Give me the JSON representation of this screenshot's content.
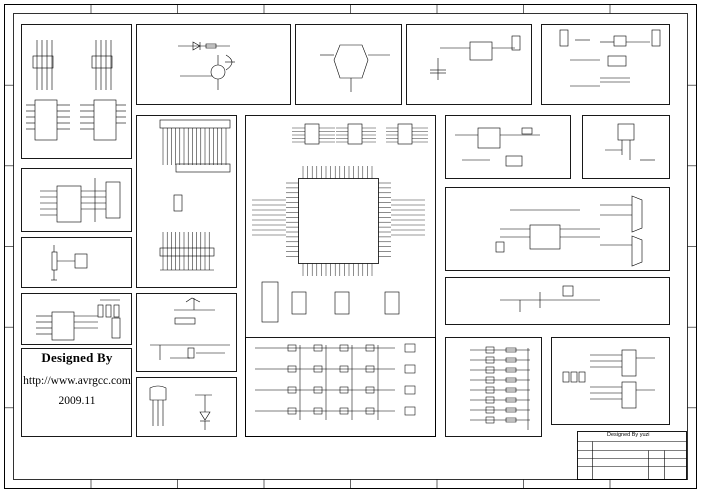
{
  "credit": {
    "heading": "Designed By",
    "url": "http://www.avrgcc.com",
    "date": "2009.11"
  },
  "title_block": {
    "designed_by": "Designed By yuzi"
  }
}
